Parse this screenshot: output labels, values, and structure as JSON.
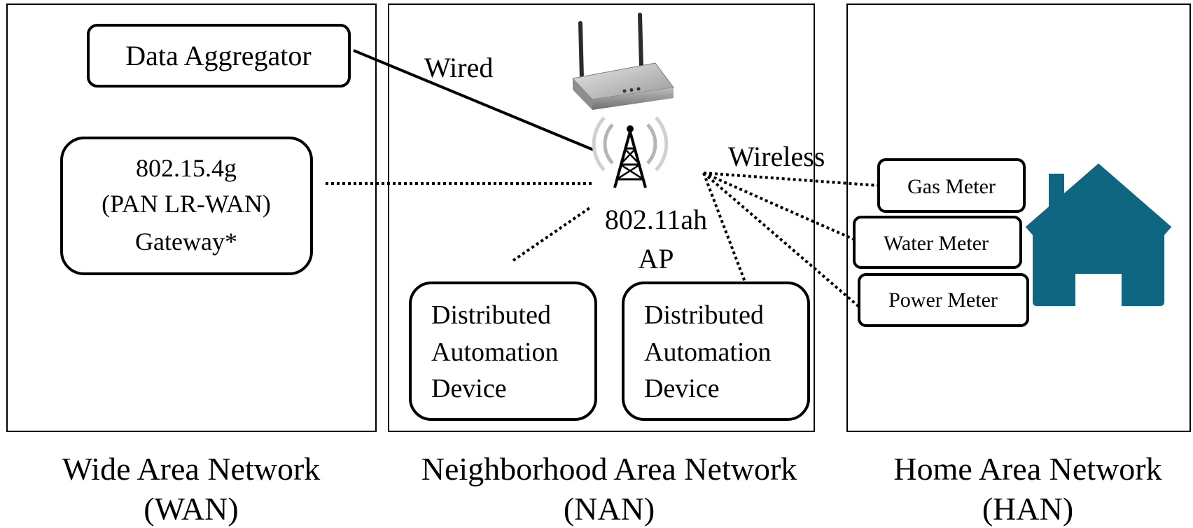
{
  "panels": {
    "wan": {
      "title_line1": "Wide Area Network",
      "title_line2": "(WAN)"
    },
    "nan": {
      "title_line1": "Neighborhood Area Network",
      "title_line2": "(NAN)"
    },
    "han": {
      "title_line1": "Home Area Network",
      "title_line2": "(HAN)"
    }
  },
  "nodes": {
    "data_aggregator": "Data Aggregator",
    "gateway": {
      "line1": "802.15.4g",
      "line2": "(PAN LR-WAN)",
      "line3": "Gateway*"
    },
    "ap": {
      "line1": "802.11ah",
      "line2": "AP"
    },
    "da_device_1": {
      "line1": "Distributed",
      "line2": "Automation",
      "line3": "Device"
    },
    "da_device_2": {
      "line1": "Distributed",
      "line2": "Automation",
      "line3": "Device"
    },
    "gas_meter": "Gas Meter",
    "water_meter": "Water Meter",
    "power_meter": "Power Meter"
  },
  "links": {
    "wired_label": "Wired",
    "wireless_label": "Wireless"
  },
  "icons": {
    "router": "wifi-router-icon",
    "tower": "radio-tower-icon",
    "house": "house-icon"
  },
  "colors": {
    "house": "#0f6681"
  }
}
